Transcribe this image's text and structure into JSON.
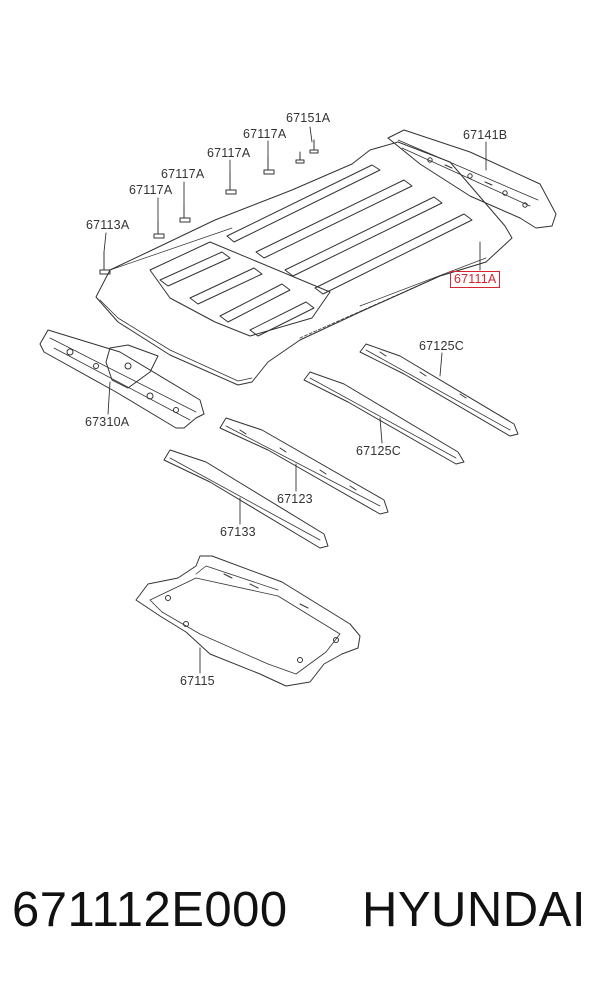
{
  "diagram": {
    "labels": {
      "p67151A": "67151A",
      "p67117A_1": "67117A",
      "p67117A_2": "67117A",
      "p67117A_3": "67117A",
      "p67117A_4": "67117A",
      "p67113A": "67113A",
      "p67141B": "67141B",
      "p67111A": "67111A",
      "p67310A": "67310A",
      "p67125C_1": "67125C",
      "p67125C_2": "67125C",
      "p67123": "67123",
      "p67133": "67133",
      "p67115": "67115"
    },
    "highlight_color": "#d8262f"
  },
  "footer": {
    "part_number": "671112E000",
    "brand": "HYUNDAI"
  }
}
